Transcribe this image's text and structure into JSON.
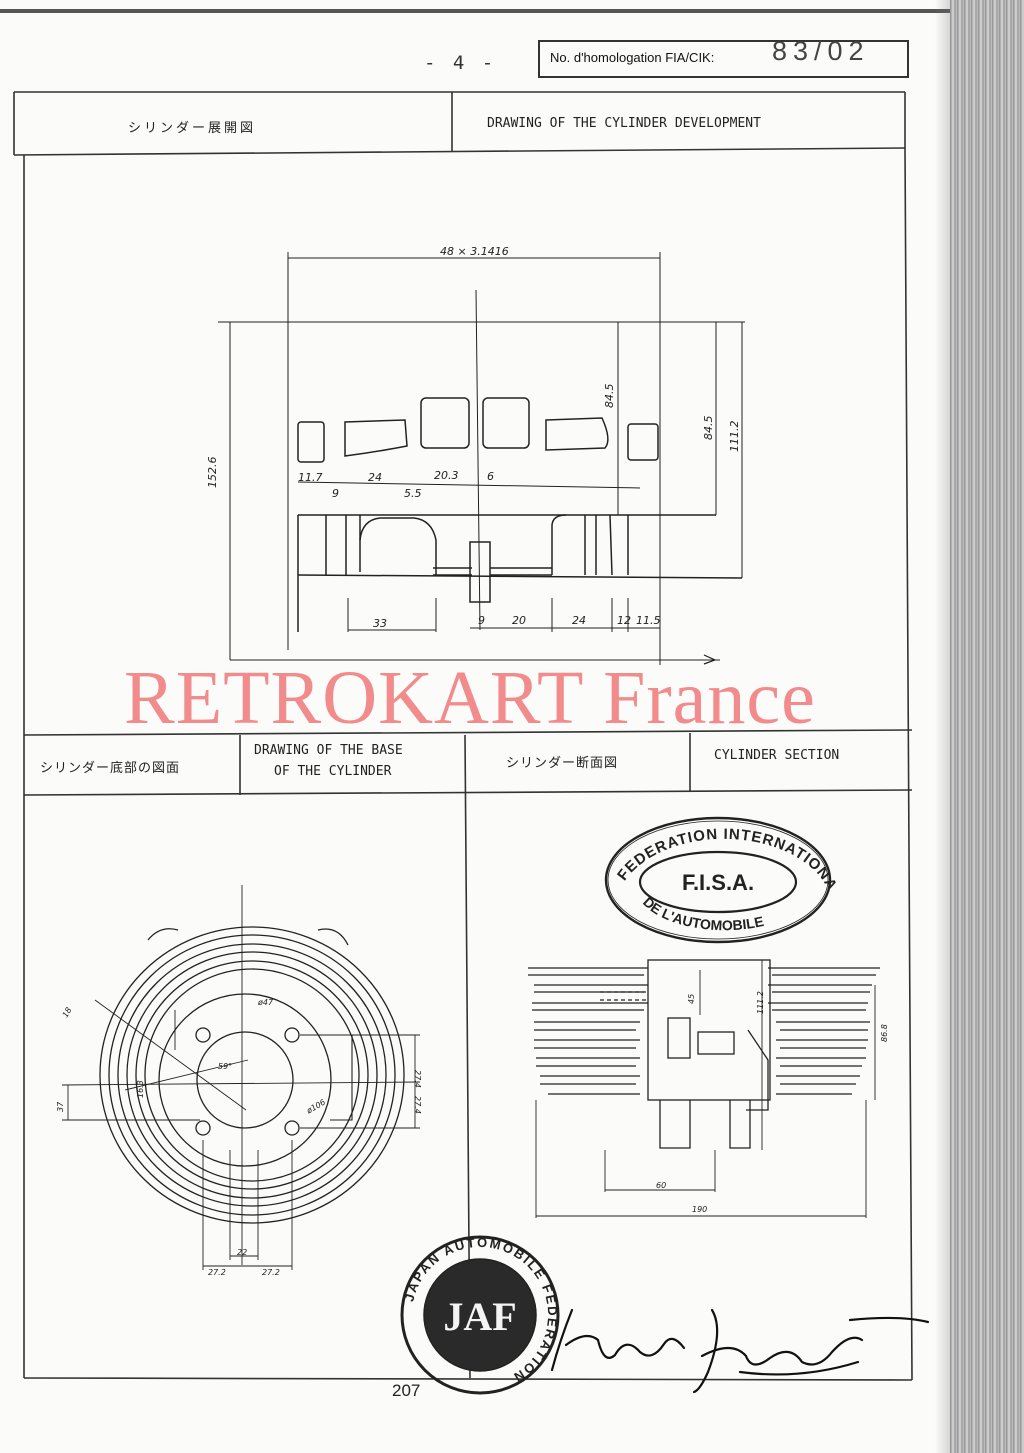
{
  "page_header": {
    "page_number": "- 4 -",
    "homologation_label": "No. d'homologation FIA/CIK:",
    "homologation_number": "83/02"
  },
  "section_top": {
    "title_jp": "シリンダー展開図",
    "title_en": "DRAWING OF THE CYLINDER DEVELOPMENT"
  },
  "development_drawing": {
    "dims": {
      "circumference": "48 × 3.1416",
      "total_height": "152.6",
      "port_height_a": "84.5",
      "port_height_b": "84.5",
      "port_height_c": "111.2",
      "d_11_7": "11.7",
      "d_24": "24",
      "d_20_3": "20.3",
      "d_6": "6",
      "d_9_top": "9",
      "d_5_5": "5.5",
      "d_33": "33",
      "d_9_bottom": "9",
      "d_20": "20",
      "d_24_bottom": "24",
      "d_12": "12",
      "d_11_5": "11.5"
    }
  },
  "watermark": "RETROKART France",
  "section_bottom": {
    "left_jp": "シリンダー底部の図面",
    "left_en_line1": "DRAWING OF THE BASE",
    "left_en_line2": "OF THE CYLINDER",
    "right_jp": "シリンダー断面図",
    "right_en": "CYLINDER SECTION"
  },
  "base_drawing": {
    "dims": {
      "d_18": "18",
      "d_37": "37",
      "d_16_3": "16.3",
      "d_47": "ø47",
      "d_59": "59°",
      "d_27_4a": "27.4",
      "d_27_4b": "27.4",
      "d_106": "ø106",
      "d_22": "22",
      "d_27_2a": "27.2",
      "d_27_2b": "27.2"
    }
  },
  "section_drawing": {
    "dims": {
      "d_45": "45",
      "d_111_2": "111.2",
      "d_86_8": "86.8",
      "d_60": "60",
      "d_190": "190"
    }
  },
  "stamps": {
    "fisa_outer": "FEDERATION INTERNATIONALE",
    "fisa_center": "F.I.S.A.",
    "fisa_bottom": "DE L'AUTOMOBILE",
    "jaf_text": "JAPAN AUTOMOBILE FEDERATION",
    "jaf_logo": "JAF",
    "signature": "Hiroshi Kagami"
  },
  "footer": {
    "sheet_number": "207"
  }
}
